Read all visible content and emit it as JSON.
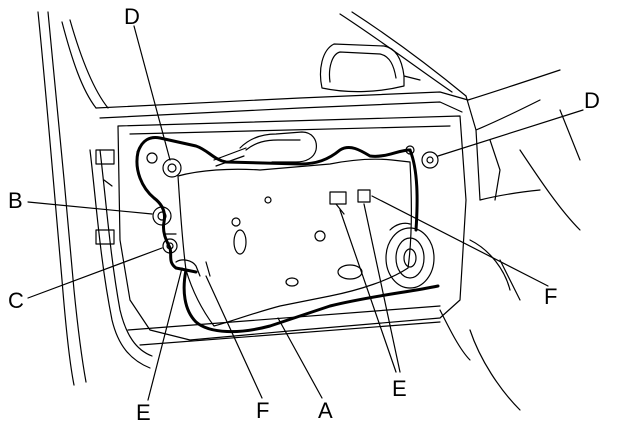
{
  "callouts": [
    {
      "id": "d_top",
      "letter": "D"
    },
    {
      "id": "d_right",
      "letter": "D"
    },
    {
      "id": "b",
      "letter": "B"
    },
    {
      "id": "c",
      "letter": "C"
    },
    {
      "id": "f_right",
      "letter": "F"
    },
    {
      "id": "e_right",
      "letter": "E"
    },
    {
      "id": "e_bottom",
      "letter": "E"
    },
    {
      "id": "f_bottom",
      "letter": "F"
    },
    {
      "id": "a",
      "letter": "A"
    }
  ],
  "colors": {
    "line": "#000000",
    "background": "#ffffff"
  }
}
